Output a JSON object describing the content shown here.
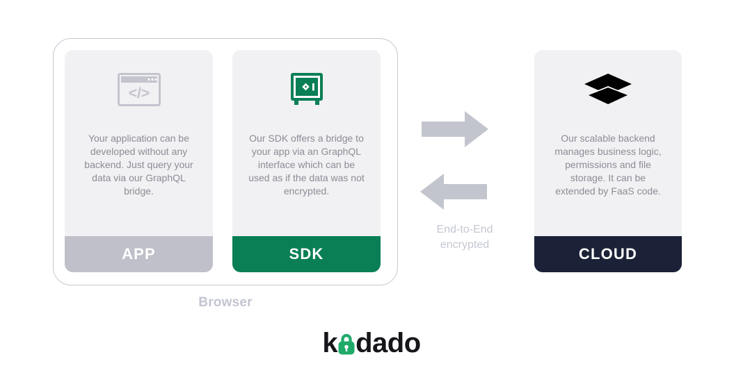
{
  "diagram": {
    "browser": {
      "label": "Browser",
      "cards": [
        {
          "id": "app",
          "icon": "code-window-icon",
          "body": "Your application can be developed without any backend. Just query your data via our GraphQL bridge.",
          "footer_label": "APP",
          "footer_color": "#bfc0c9"
        },
        {
          "id": "sdk",
          "icon": "safe-vault-icon",
          "body": "Our SDK offers a bridge to your app via an GraphQL interface which can be used as if the data was not encrypted.",
          "footer_label": "SDK",
          "footer_color": "#0a7f56"
        }
      ]
    },
    "connector": {
      "arrow_right": "arrow-right-icon",
      "arrow_left": "arrow-left-icon",
      "caption_line1": "End-to-End",
      "caption_line2": "encrypted",
      "arrow_color": "#c3c5ce",
      "caption_color": "#c5c7d2"
    },
    "cloud": {
      "id": "cloud",
      "icon": "layers-icon",
      "body": "Our scalable backend manages business logic, permissions and file storage. It can be extended by FaaS code.",
      "footer_label": "CLOUD",
      "footer_color": "#1b2237"
    },
    "logo": {
      "prefix": "k",
      "lock_icon": "padlock-icon",
      "suffix": "dado",
      "brand_green": "#1faa6a",
      "text_color": "#16161a"
    },
    "colors": {
      "card_background": "#f1f1f3",
      "body_text": "#8b8c96",
      "frame_border": "#c7c8d2",
      "browser_label": "#c3c5d1"
    }
  }
}
